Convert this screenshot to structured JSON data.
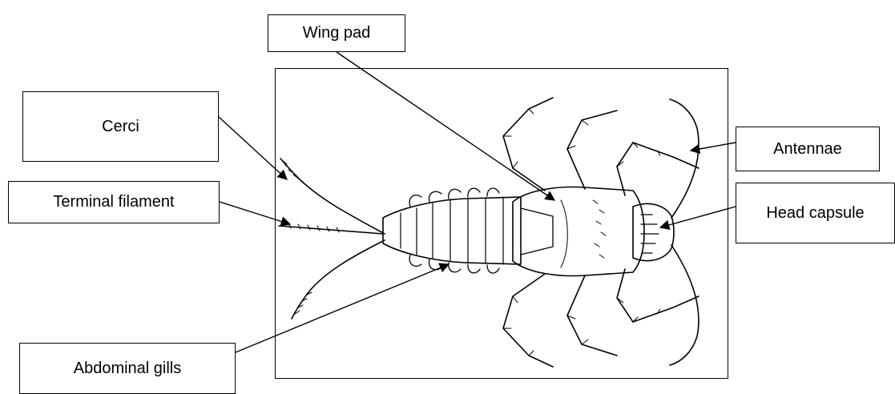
{
  "labels": {
    "wing_pad": "Wing pad",
    "cerci": "Cerci",
    "terminal_filament": "Terminal filament",
    "abdominal_gills": "Abdominal gills",
    "antennae": "Antennae",
    "head_capsule": "Head capsule"
  }
}
